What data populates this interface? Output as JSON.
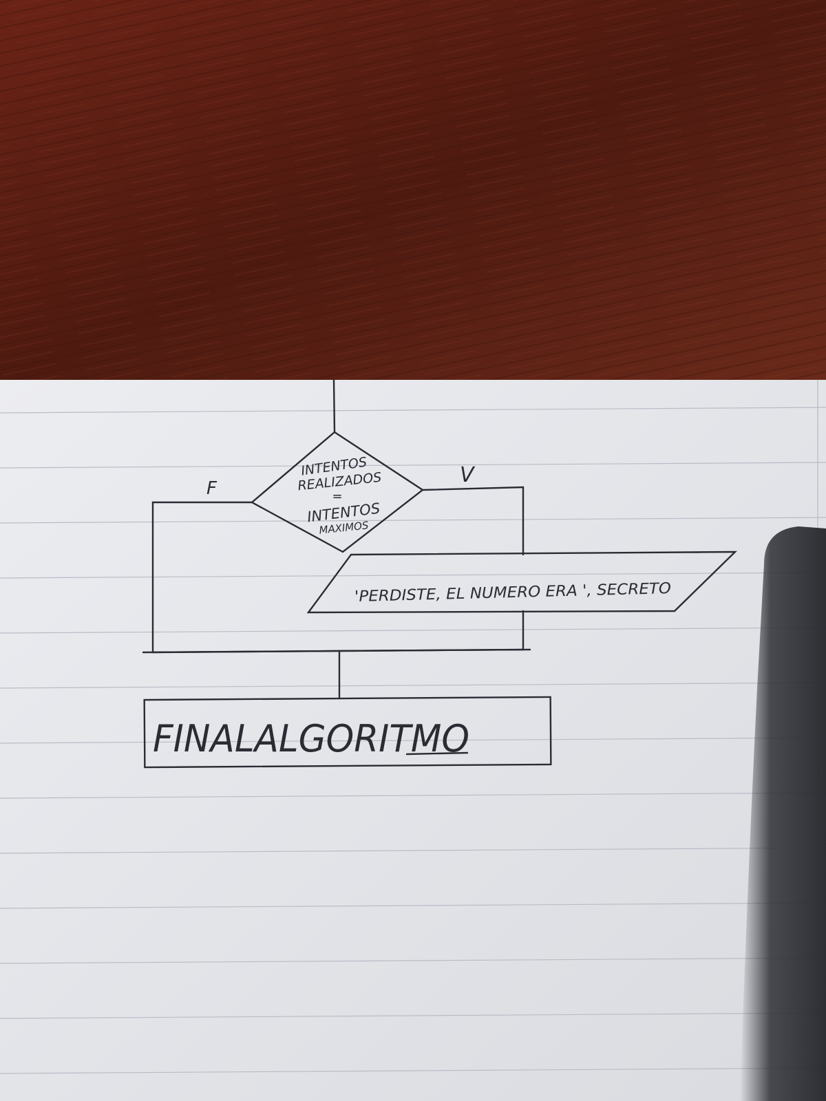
{
  "flowchart": {
    "decision": {
      "lines": [
        "INTENTOS",
        "REALIZADOS",
        "=",
        "INTENTOS",
        "MAXIMOS"
      ]
    },
    "branch_false_label": "F",
    "branch_true_label": "V",
    "output": {
      "text": "'PERDISTE, EL NUMERO ERA ', SECRETO"
    },
    "end": {
      "text": "FINALALGORITMO"
    }
  },
  "colors": {
    "wood": "#5a1f14",
    "paper": "#e7e8ec",
    "ink": "#2b2b33",
    "rule_line": "#b9bcc6",
    "shadow": "#2d2f35"
  }
}
